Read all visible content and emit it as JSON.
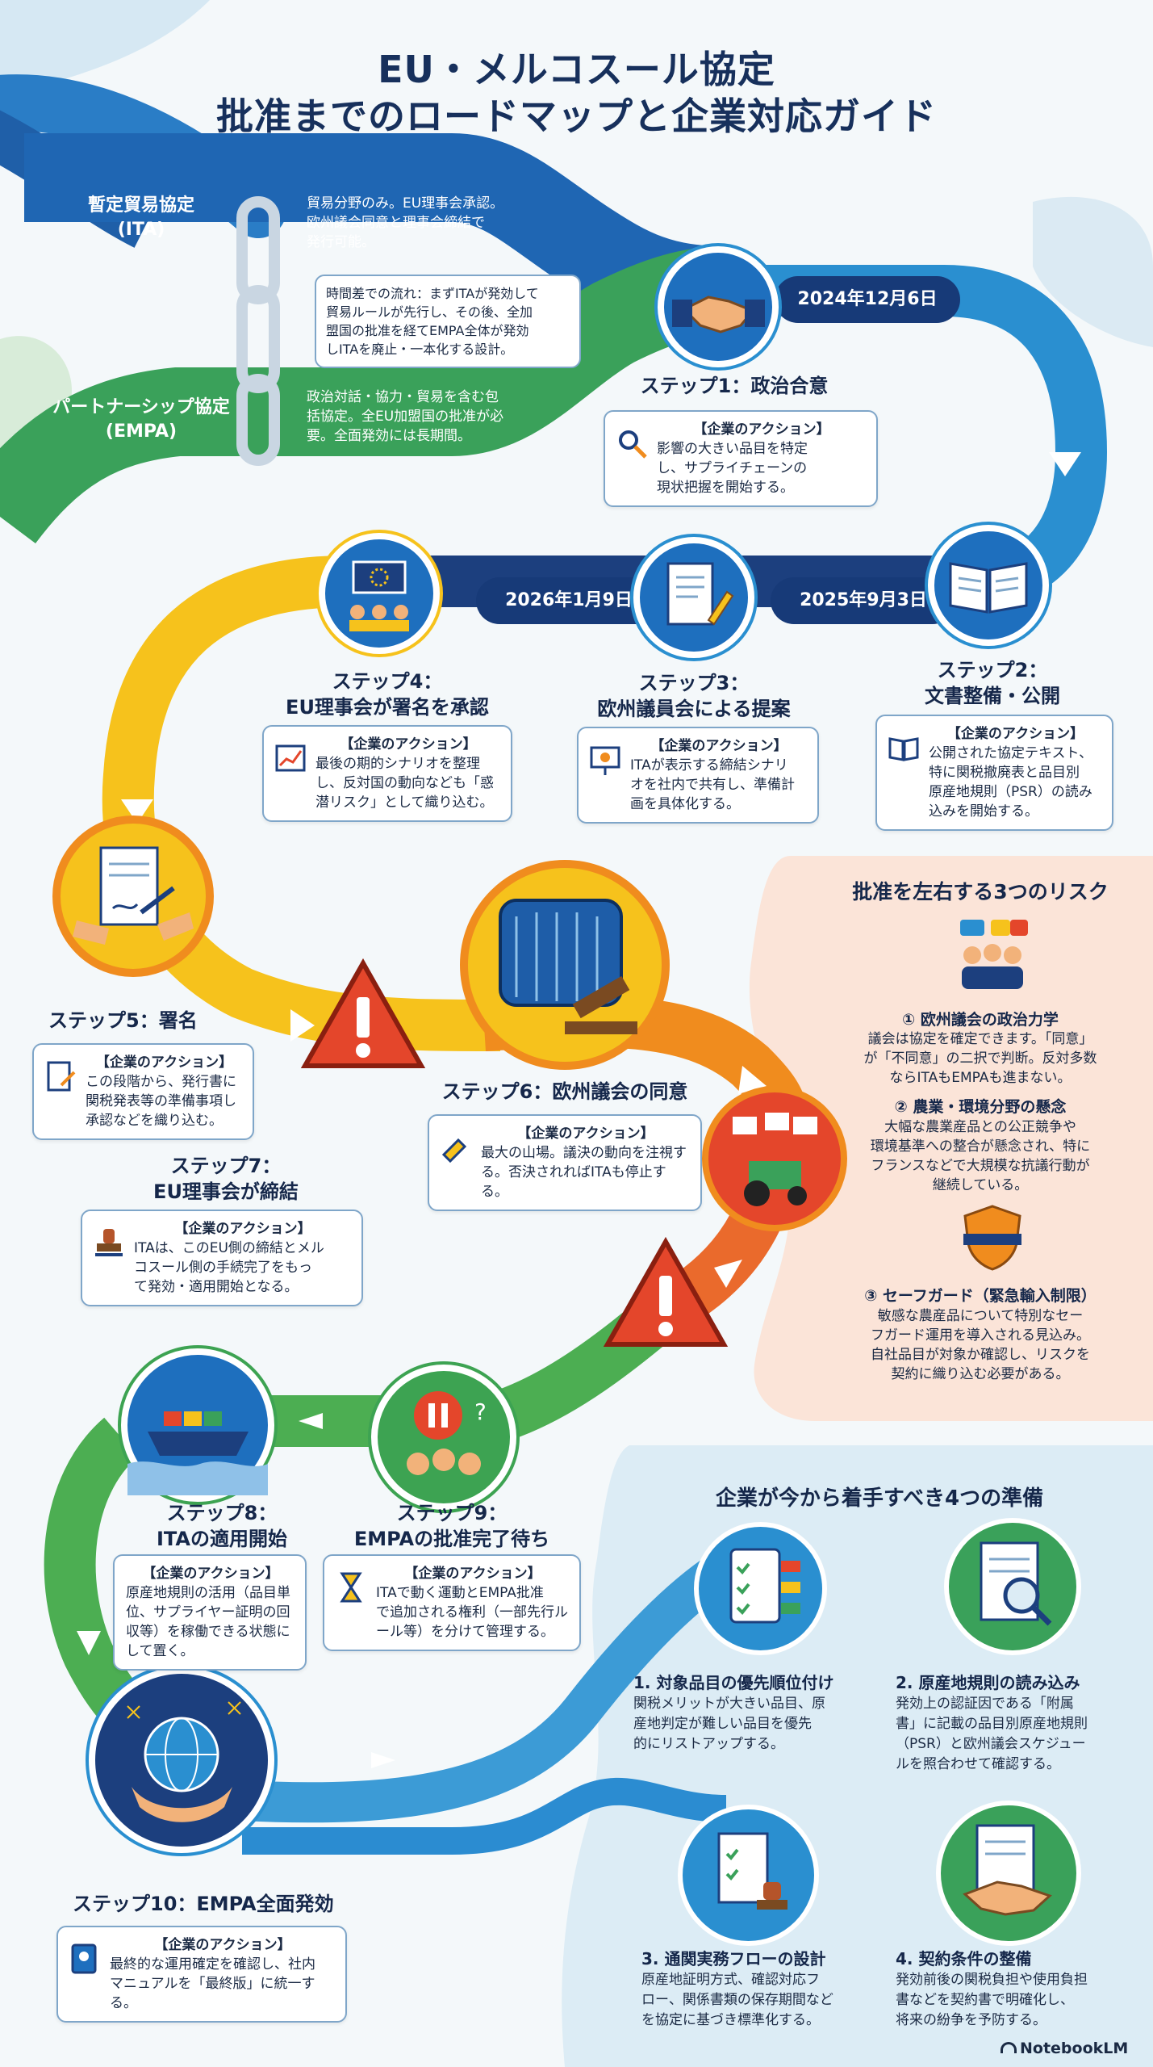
{
  "title": {
    "line1": "EU・メルコスール協定",
    "line2": "批准までのロードマップと企業対応ガイド"
  },
  "agreements": {
    "ita_label": "暫定貿易協定\n(ITA)",
    "ita_desc": "貿易分野のみ。EU理事会承認。\n欧州議会同意と理事会締結で\n発行可能。",
    "center_note": "時間差での流れ：まずITAが発効して\n貿易ルールが先行し、その後、全加\n盟国の批准を経てEMPA全体が発効\nしITAを廃止・一本化する設計。",
    "empa_label": "パートナーシップ協定\n(EMPA)",
    "empa_desc": "政治対話・協力・貿易を含む包\n括協定。全EU加盟国の批准が必\n要。全面発効には長期間。"
  },
  "dates": {
    "d1": "2024年12月6日",
    "d2": "2025年9月3日",
    "d3": "2026年1月9日"
  },
  "action_header": "【企業のアクション】",
  "steps": [
    {
      "title": "ステップ1：政治合意",
      "action": "影響の大きい品目を特定\nし、サプライチェーンの\n現状把握を開始する。"
    },
    {
      "title": "ステップ2：\n文書整備・公開",
      "action": "公開された協定テキスト、\n特に関税撤廃表と品目別\n原産地規則（PSR）の読み\n込みを開始する。"
    },
    {
      "title": "ステップ3：\n欧州議員会による提案",
      "action": "ITAが表示する締結シナリ\nオを社内で共有し、準備計\n画を具体化する。"
    },
    {
      "title": "ステップ4：\nEU理事会が署名を承認",
      "action": "最後の期的シナリオを整理\nし、反対国の動向なども「惑\n潜リスク」として織り込む。"
    },
    {
      "title": "ステップ5：署名",
      "action": "この段階から、発行書に\n関税発表等の準備事項し\n承認などを織り込む。"
    },
    {
      "title": "ステップ6：欧州議会の同意",
      "action": "最大の山場。議決の動向を注視す\nる。否決されればITAも停止する。"
    },
    {
      "title": "ステップ7：\nEU理事会が締結",
      "action": "ITAは、このEU側の締結とメル\nコスール側の手続完了をもっ\nて発効・適用開始となる。"
    },
    {
      "title": "ステップ8：\nITAの適用開始",
      "action": "原産地規則の活用（品目単\n位、サプライヤー証明の回\n収等）を稼働できる状態に\nして置く。"
    },
    {
      "title": "ステップ9：\nEMPAの批准完了待ち",
      "action": "ITAで動く運動とEMPA批准\nで追加される権利（一部先行ル\nール等）を分けて管理する。"
    },
    {
      "title": "ステップ10：EMPA全面発効",
      "action": "最終的な運用確定を確認し、社内\nマニュアルを「最終版」に統一する。"
    }
  ],
  "risks": {
    "heading": "批准を左右する3つのリスク",
    "items": [
      {
        "title": "① 欧州議会の政治力学",
        "text": "議会は協定を確定できます。「同意」\nが「不同意」の二択で判断。反対多数\nならITAもEMPAも進まない。"
      },
      {
        "title": "② 農業・環境分野の懸念",
        "text": "大幅な農業産品との公正競争や\n環境基準への整合が懸念され、特に\nフランスなどで大規模な抗議行動が\n継続している。"
      },
      {
        "title": "③ セーフガード（緊急輸入制限）",
        "text": "敏感な農産品について特別なセー\nフガード運用を導入される見込み。\n自社品目が対象か確認し、リスクを\n契約に織り込む必要がある。"
      }
    ]
  },
  "prep": {
    "heading": "企業が今から着手すべき4つの準備",
    "items": [
      {
        "title": "1. 対象品目の優先順位付け",
        "text": "関税メリットが大きい品目、原\n産地判定が難しい品目を優先\n的にリストアップする。"
      },
      {
        "title": "2. 原産地規則の読み込み",
        "text": "発効上の認証因である「附属\n書」に記載の品目別原産地規則\n（PSR）と欧州議会スケジュー\nルを照合わせて確認する。"
      },
      {
        "title": "3. 通関実務フローの設計",
        "text": "原産地証明方式、確認対応フ\nロー、関係書類の保存期間など\nを協定に基づき標準化する。"
      },
      {
        "title": "4. 契約条件の整備",
        "text": "発効前後の関税負担や使用負担\n書などを契約書で明確化し、\n将来の紛争を予防する。"
      }
    ]
  },
  "brand": "NotebookLM",
  "colors": {
    "navy": "#173a78",
    "blue": "#2a8fd0",
    "green": "#3da352",
    "yellow": "#f6c21c",
    "orange": "#f08c1e",
    "red": "#e4462b",
    "risk_bg": "#fbe4d8",
    "prep_bg": "#dcecf5"
  }
}
